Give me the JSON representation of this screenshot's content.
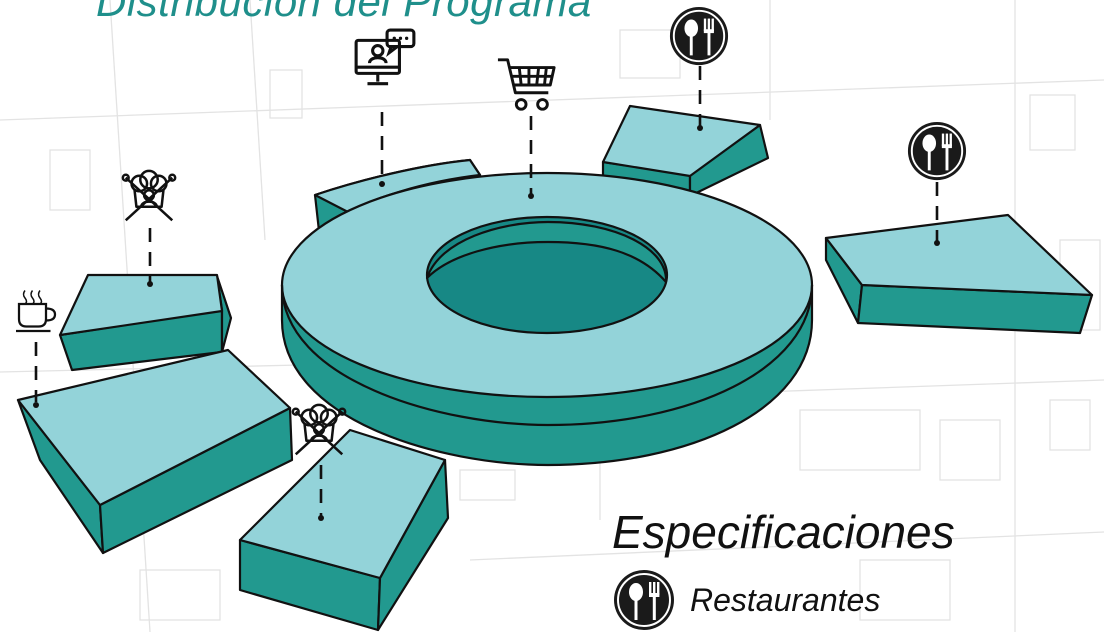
{
  "header": {
    "title": "Distribución del Programa"
  },
  "specifications": {
    "title": "Especificaciones",
    "legend": [
      {
        "icon": "restaurant-icon",
        "label": "Restaurantes"
      }
    ]
  },
  "program_markers": [
    {
      "icon": "coffee-cup-icon"
    },
    {
      "icon": "chef-hat-icon"
    },
    {
      "icon": "online-consultation-monitor-icon"
    },
    {
      "icon": "shopping-cart-icon"
    },
    {
      "icon": "restaurant-icon"
    },
    {
      "icon": "restaurant-icon"
    },
    {
      "icon": "chef-hat-icon"
    }
  ],
  "colors": {
    "title": "#1f8f8b",
    "volume_top": "#93d3d9",
    "volume_side": "#22998f",
    "volume_inner": "#178885",
    "outline": "#111111",
    "basemap_lines": "#e3e3e3"
  }
}
